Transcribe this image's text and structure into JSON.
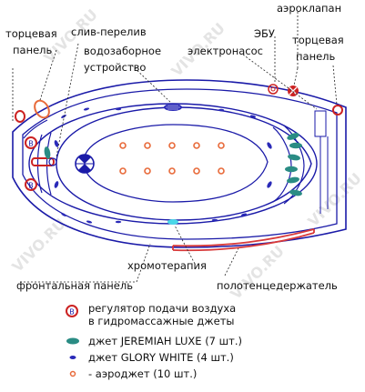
{
  "labels": {
    "aeroklapan": "аэроклапан",
    "tortsevaya_left_1": "торцевая",
    "tortsevaya_left_2": "панель",
    "sliv": "слив-перелив",
    "ebu": "ЭБУ",
    "tortsevaya_right_1": "торцевая",
    "tortsevaya_right_2": "панель",
    "vodozabor_1": "водозаборное",
    "vodozabor_2": "устройство",
    "electronasos": "электронасос",
    "hromoterapiya": "хромотерапия",
    "polotence": "полотенцедержатель",
    "frontalnaya": "фронтальная панель"
  },
  "legend": {
    "regulator_symbol": "B",
    "regulator_line1": "регулятор подачи воздуха",
    "regulator_line2": "в гидромассажные джеты",
    "jeremiah": "джет JEREMIAH LUXE (7 шт.)",
    "glory": "джет GLORY  WHITE  (4 шт.)",
    "aero": "- аэроджет (10 шт.)"
  },
  "regulator_symbols": {
    "top": "B",
    "bottom": "B"
  },
  "watermark": "VIVO.RU",
  "colors": {
    "outline": "#1a1aa8",
    "teal_jet": "#2a8c84",
    "blue_jet": "#2a2ab8",
    "aero_jet": "#e86a3a",
    "red_ring": "#cc2222",
    "towel_rail": "#d83a3a",
    "chromo": "#4ad8e8",
    "watermark": "#e2e2e2"
  }
}
